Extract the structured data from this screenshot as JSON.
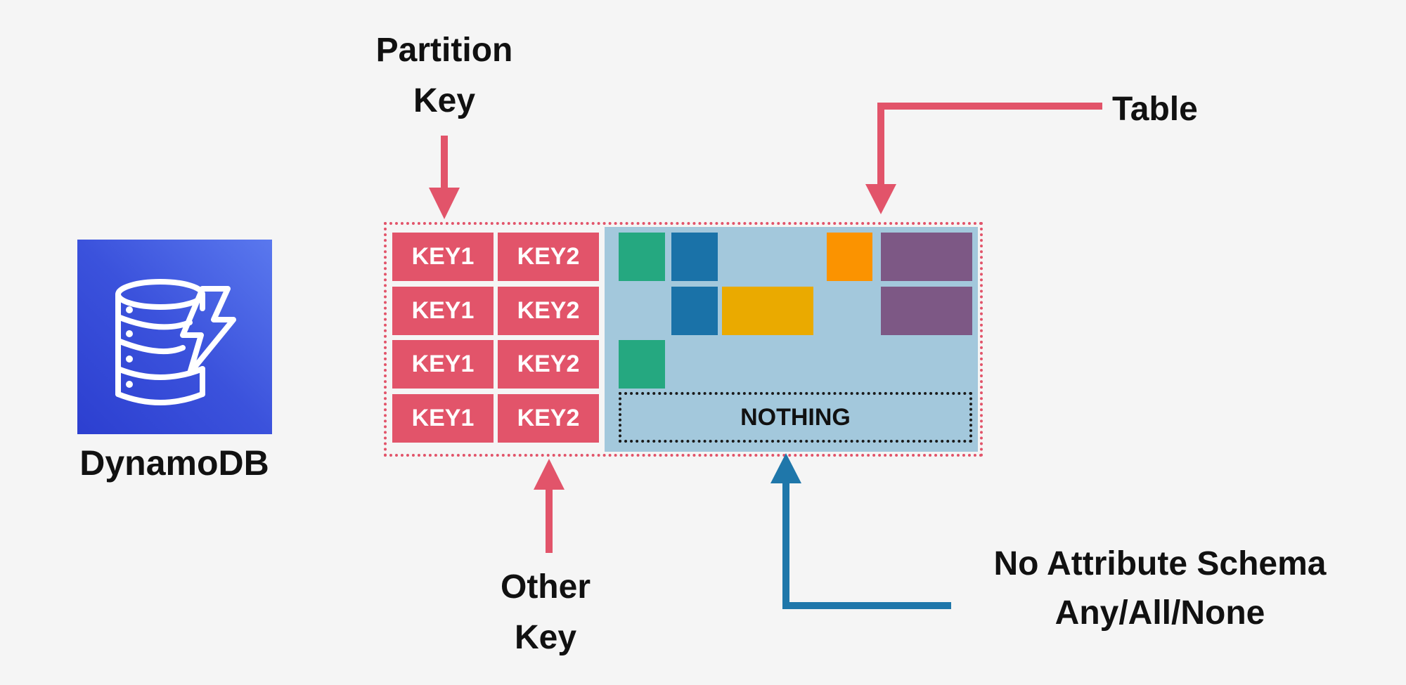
{
  "logo": {
    "name": "DynamoDB",
    "icon": "dynamodb-database-lightning-icon",
    "color": "#3b52dc"
  },
  "labels": {
    "partition_key": [
      "Partition",
      "Key"
    ],
    "other_key": [
      "Other",
      "Key"
    ],
    "table": "Table",
    "no_schema": [
      "No Attribute Schema",
      "Any/All/None"
    ]
  },
  "table": {
    "rows": [
      {
        "partition": "KEY1",
        "other": "KEY2"
      },
      {
        "partition": "KEY1",
        "other": "KEY2"
      },
      {
        "partition": "KEY1",
        "other": "KEY2"
      },
      {
        "partition": "KEY1",
        "other": "KEY2"
      }
    ],
    "nothing_label": "NOTHING"
  },
  "colors": {
    "key_red": "#e2546a",
    "panel_blue": "#a3c8dc",
    "arrow_blue": "#1f77aa",
    "green": "#25a880",
    "dark_blue": "#1a72a8",
    "orange": "#fb9300",
    "gold": "#eaaa00",
    "purple": "#7d5885"
  }
}
